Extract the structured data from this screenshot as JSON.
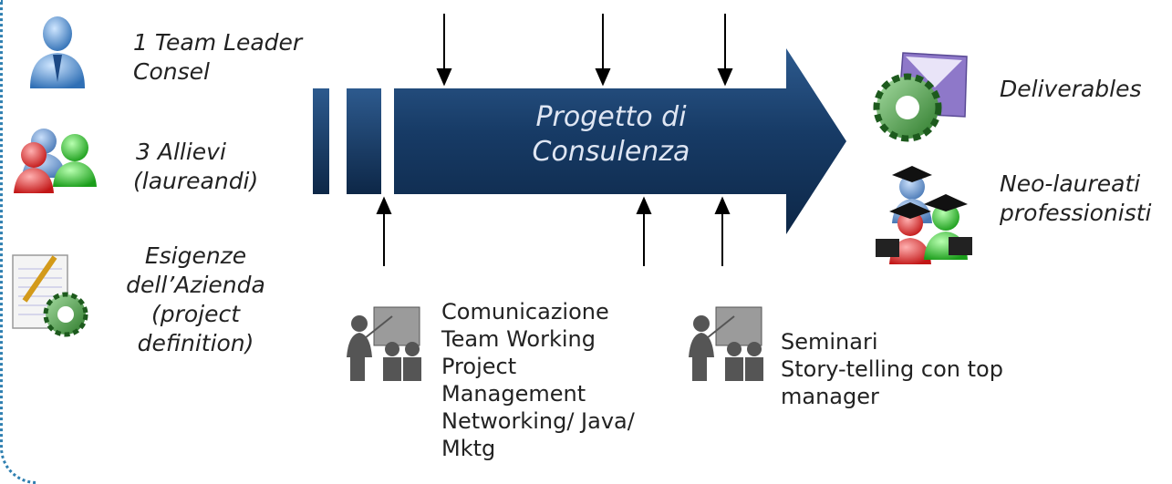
{
  "inputs": {
    "team_leader": [
      "1 Team Leader",
      "Consel"
    ],
    "students": [
      "3 Allievi",
      "(laureandi)"
    ],
    "company_needs": [
      "Esigenze",
      "dell’Azienda",
      "(project",
      "definition)"
    ]
  },
  "process": {
    "title": [
      "Progetto di",
      "Consulenza"
    ]
  },
  "outputs": {
    "deliverables": "Deliverables",
    "graduates": [
      "Neo-laureati",
      "professionisti"
    ]
  },
  "trainings": {
    "courses": [
      "Comunicazione",
      "Team Working",
      "Project",
      "Management",
      "Networking/ Java/",
      "Mktg"
    ],
    "seminars": [
      "Seminari",
      "Story-telling con top",
      "manager"
    ]
  },
  "colors": {
    "arrow_dark": "#0d2747",
    "arrow_mid": "#173b66",
    "arrow_light": "#2d5a8e",
    "border": "#2f7fb0"
  }
}
